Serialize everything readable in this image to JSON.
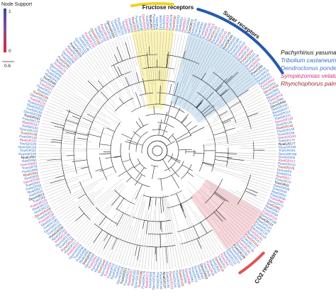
{
  "node_support": {
    "title": "Node Support",
    "scale_max": "1",
    "scale_min": "0",
    "scale_ref": "0.6",
    "gradient_top": "#3b4aa8",
    "gradient_bottom": "#d6283a"
  },
  "legend": [
    {
      "species": "Pachyrhinus yasumatsui",
      "color": "#111111"
    },
    {
      "species": "Tribolium castaneum",
      "color": "#2f6fc4"
    },
    {
      "species": "Dendroctonus ponderosae",
      "color": "#4a74c8"
    },
    {
      "species": "Sympiezomias velatus",
      "color": "#d2357a"
    },
    {
      "species": "Rhynchophorus palmarum",
      "color": "#a12a2a"
    }
  ],
  "clades": {
    "fructose": {
      "label": "Fructose receptors",
      "color": "#f2d21f",
      "fill": "#fbf3b3"
    },
    "sugar": {
      "label": "Sugar receptors",
      "color": "#2559ad",
      "fill": "#cfe3f2"
    },
    "co2": {
      "label": "CO2 receptors",
      "color": "#e05454",
      "fill": "#f6d4d7"
    }
  },
  "tips": {
    "colors": [
      "#2f6fc4",
      "#2f6fc4",
      "#2f6fc4",
      "#d2357a",
      "#2f6fc4",
      "#a12a2a",
      "#2f6fc4",
      "#2f6fc4",
      "#d2357a",
      "#2f6fc4",
      "#111111",
      "#2f6fc4"
    ],
    "labels": [
      "TcasGR",
      "DponGR",
      "SvelGR",
      "RpalGR",
      "PyasGR"
    ]
  }
}
